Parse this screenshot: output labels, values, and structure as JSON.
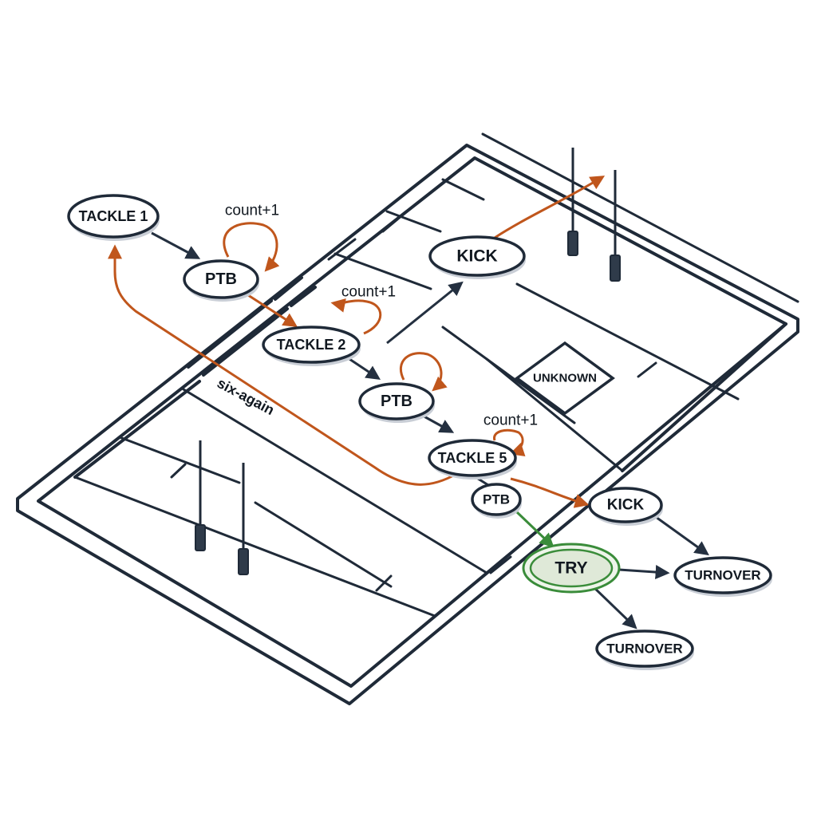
{
  "nodes": {
    "tackle1": "TACKLE 1",
    "ptb1": "PTB",
    "tackle2": "TACKLE 2",
    "ptb2": "PTB",
    "tackle5": "TACKLE 5",
    "ptb3": "PTB",
    "kick_upper": "KICK",
    "kick_lower": "KICK",
    "unknown": "UNKNOWN",
    "try": "TRY",
    "turnover_right": "TURNOVER",
    "turnover_bottom": "TURNOVER"
  },
  "edge_labels": {
    "count_1": "count+1",
    "count_2": "count+1",
    "count_3": "count+1",
    "six_again": "six-again"
  },
  "colors": {
    "line": "#1f2a38",
    "orange_edge": "#c0561c",
    "green_edge": "#3a8c3a"
  }
}
